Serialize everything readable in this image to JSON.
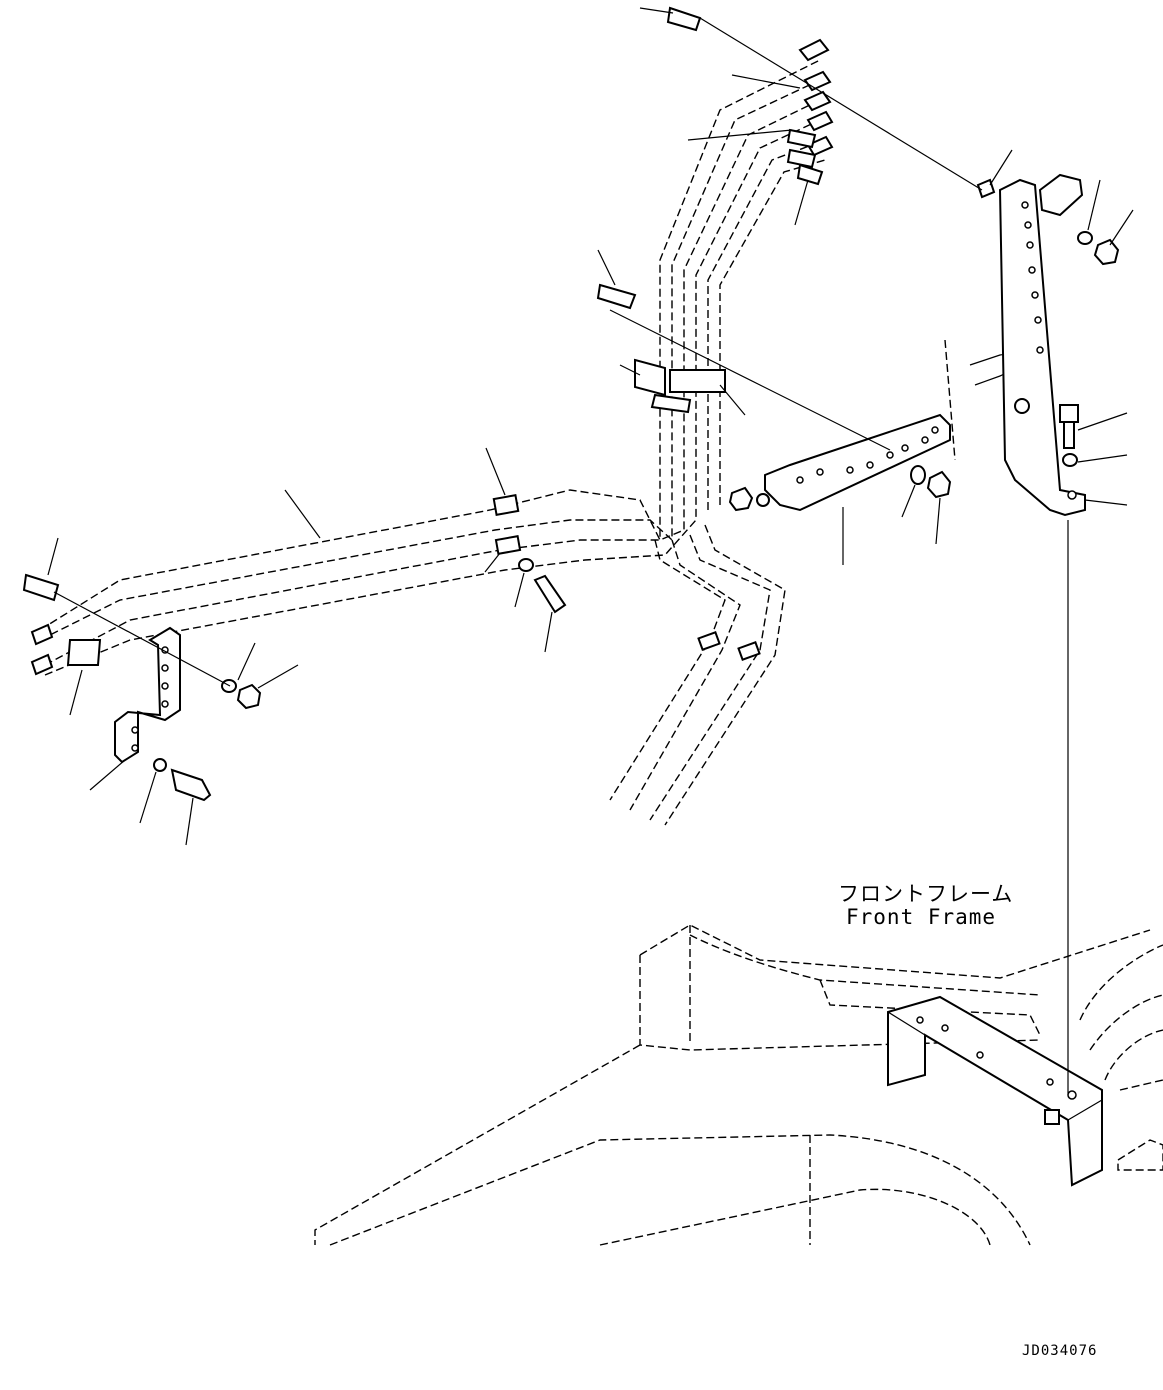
{
  "frame_label": {
    "japanese": "フロントフレーム",
    "english": "Front Frame"
  },
  "drawing_id": "JD034076"
}
